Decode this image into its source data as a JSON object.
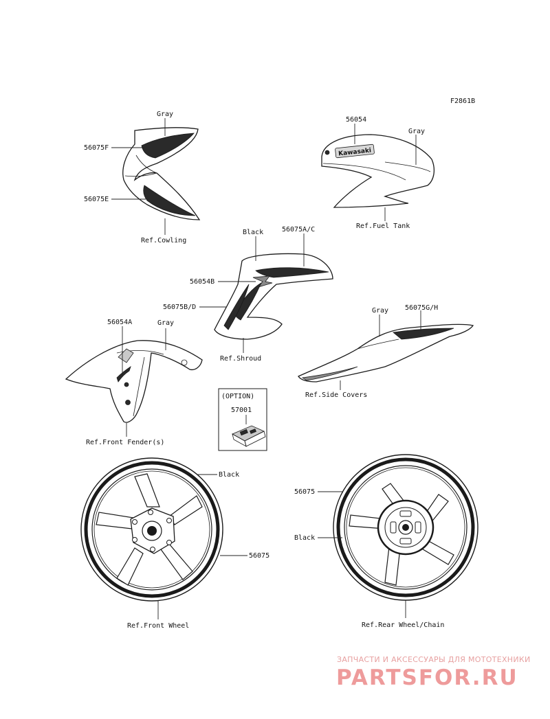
{
  "figure_code": "F2861B",
  "labels": {
    "cowl_gray": "Gray",
    "cowl_upper_part": "56075F",
    "cowl_lower_part": "56075E",
    "cowl_ref": "Ref.Cowling",
    "tank_part": "56054",
    "tank_gray": "Gray",
    "tank_ref": "Ref.Fuel Tank",
    "tank_logo": "Kawasaki",
    "shroud_black": "Black",
    "shroud_part_ac": "56075A/C",
    "shroud_part_b": "56054B",
    "shroud_part_bd": "56075B/D",
    "shroud_ref": "Ref.Shroud",
    "fender_part": "56054A",
    "fender_gray": "Gray",
    "fender_ref": "Ref.Front Fender(s)",
    "side_gray": "Gray",
    "side_part": "56075G/H",
    "side_ref": "Ref.Side Covers",
    "option_title": "(OPTION)",
    "option_part": "57001",
    "front_wheel_black": "Black",
    "front_wheel_part": "56075",
    "front_wheel_ref": "Ref.Front Wheel",
    "rear_wheel_part": "56075",
    "rear_wheel_black": "Black",
    "rear_wheel_ref": "Ref.Rear Wheel/Chain"
  },
  "watermark": {
    "subtitle": "ЗАПЧАСТИ И АКСЕССУАРЫ ДЛЯ МОТОТЕХНИКИ",
    "brand": "PARTSFOR.RU"
  }
}
